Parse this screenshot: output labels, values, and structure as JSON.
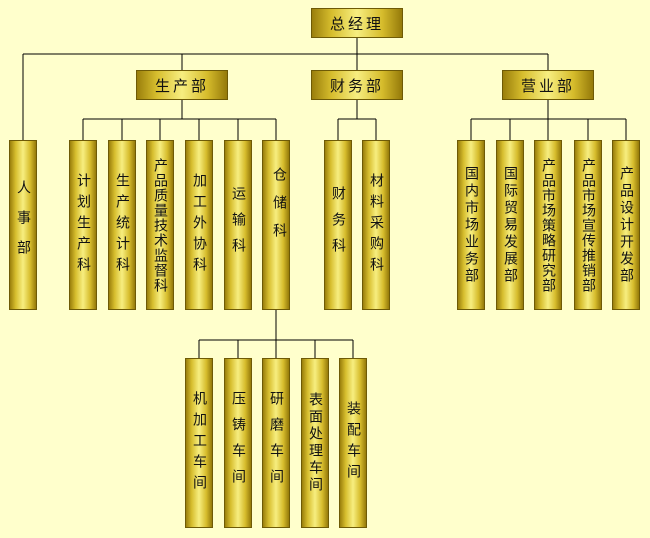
{
  "top": {
    "label": "总经理"
  },
  "level1": [
    {
      "label": "生产部"
    },
    {
      "label": "财务部"
    },
    {
      "label": "营业部"
    }
  ],
  "personnel": {
    "label": "人事部"
  },
  "production_units": [
    {
      "label": "计划生产科"
    },
    {
      "label": "生产统计科"
    },
    {
      "label": "产品质量技术监督科"
    },
    {
      "label": "加工外协科"
    },
    {
      "label": "运输科"
    },
    {
      "label": "仓储科"
    }
  ],
  "finance_units": [
    {
      "label": "财务科"
    },
    {
      "label": "材料采购科"
    }
  ],
  "sales_units": [
    {
      "label": "国内市场业务部"
    },
    {
      "label": "国际贸易发展部"
    },
    {
      "label": "产品市场策略研究部"
    },
    {
      "label": "产品市场宣传推销部"
    },
    {
      "label": "产品设计开发部"
    }
  ],
  "workshops": [
    {
      "label": "机加工车间"
    },
    {
      "label": "压铸车间"
    },
    {
      "label": "研磨车间"
    },
    {
      "label": "表面处理车间"
    },
    {
      "label": "装配车间"
    }
  ],
  "colors": {
    "background": "#FFFFCC",
    "box_gold": "#E6CF45",
    "line": "#000000"
  }
}
